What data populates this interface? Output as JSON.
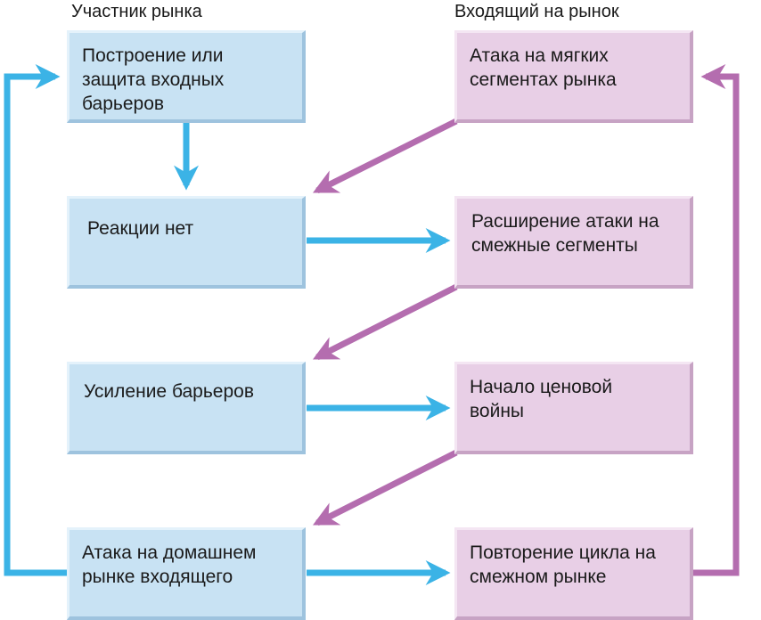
{
  "headers": {
    "incumbent": "Участник рынка",
    "entrant": "Входящий на рынок"
  },
  "incumbent_boxes": [
    "Построение или\nзащита входных\nбарьеров",
    "Реакции нет",
    "Усиление барьеров",
    "Атака на домашнем\nрынке входящего"
  ],
  "entrant_boxes": [
    "Атака на мягких\nсегментах рынка",
    "Расширение атаки на\nсмежные сегменты",
    "Начало ценовой\nвойны",
    "Повторение цикла на\nсмежном рынке"
  ],
  "colors": {
    "incumbent_arrow": "#3bb3e6",
    "entrant_arrow": "#b46daf",
    "incumbent_box": "#c8e2f3",
    "entrant_box": "#e8cfe6"
  }
}
